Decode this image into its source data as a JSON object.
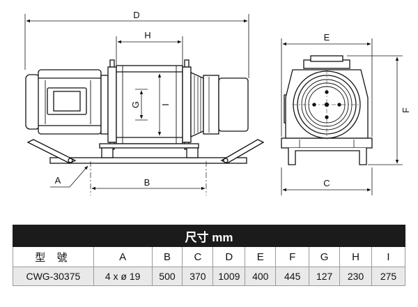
{
  "drawing": {
    "dimension_labels": {
      "A": "A",
      "B": "B",
      "C": "C",
      "D": "D",
      "E": "E",
      "F": "F",
      "G": "G",
      "H": "H",
      "I": "I"
    }
  },
  "table": {
    "title": "尺寸 mm",
    "headers": [
      "型 號",
      "A",
      "B",
      "C",
      "D",
      "E",
      "F",
      "G",
      "H",
      "I"
    ],
    "rows": [
      [
        "CWG-30375",
        "4 x ø 19",
        "500",
        "370",
        "1009",
        "400",
        "445",
        "127",
        "230",
        "275"
      ]
    ]
  }
}
